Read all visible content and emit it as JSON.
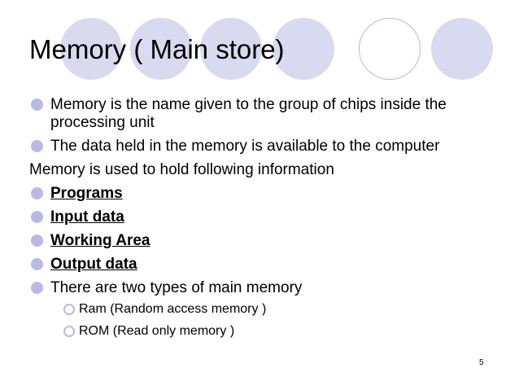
{
  "title": "Memory ( Main store)",
  "bullets": [
    "Memory is the name given to the group of chips inside the processing unit",
    "The data held in the memory is available to the computer"
  ],
  "intro": "Memory is used to hold following information",
  "info_items": [
    "Programs",
    "Input data ",
    "Working Area ",
    "Output data "
  ],
  "types_heading": "There are two types of main memory",
  "types": [
    "Ram (Random access memory )",
    "ROM (Read only memory )"
  ],
  "slide_number": "5",
  "colors": {
    "decor_filled": "#d9d9f0",
    "decor_outline": "#b9b9d8",
    "bullet": "#b9b9e6"
  }
}
